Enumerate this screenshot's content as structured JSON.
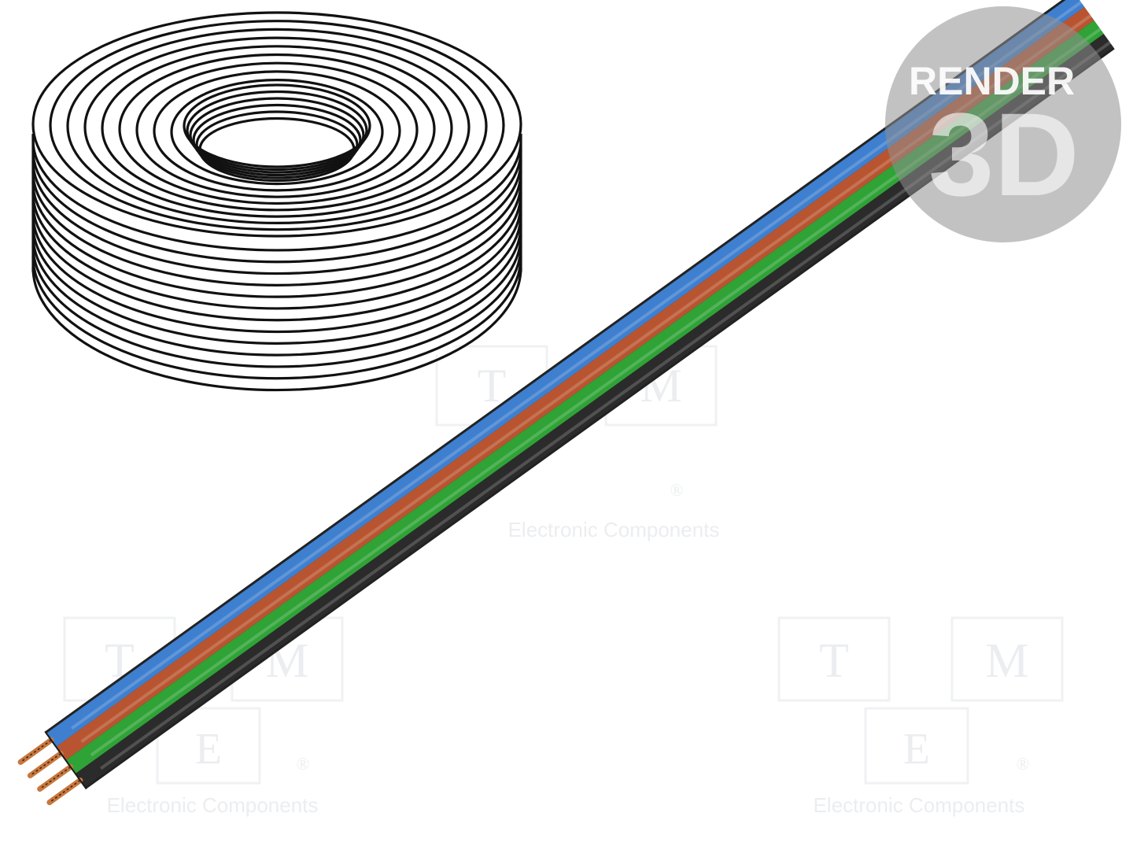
{
  "badge": {
    "line1": "RENDER",
    "line2": "3D"
  },
  "watermark": {
    "letters": [
      "T",
      "M",
      "E"
    ],
    "caption": "Electronic Components",
    "registered": "®"
  },
  "cable": {
    "conductor_colors": [
      "#2b2b2b",
      "#2fa336",
      "#b85530",
      "#3f7fcf"
    ],
    "copper_color": "#c8773e"
  },
  "icons": {
    "coil": "cable-coil-icon",
    "cable": "ribbon-cable-icon",
    "badge": "render-3d-badge"
  }
}
